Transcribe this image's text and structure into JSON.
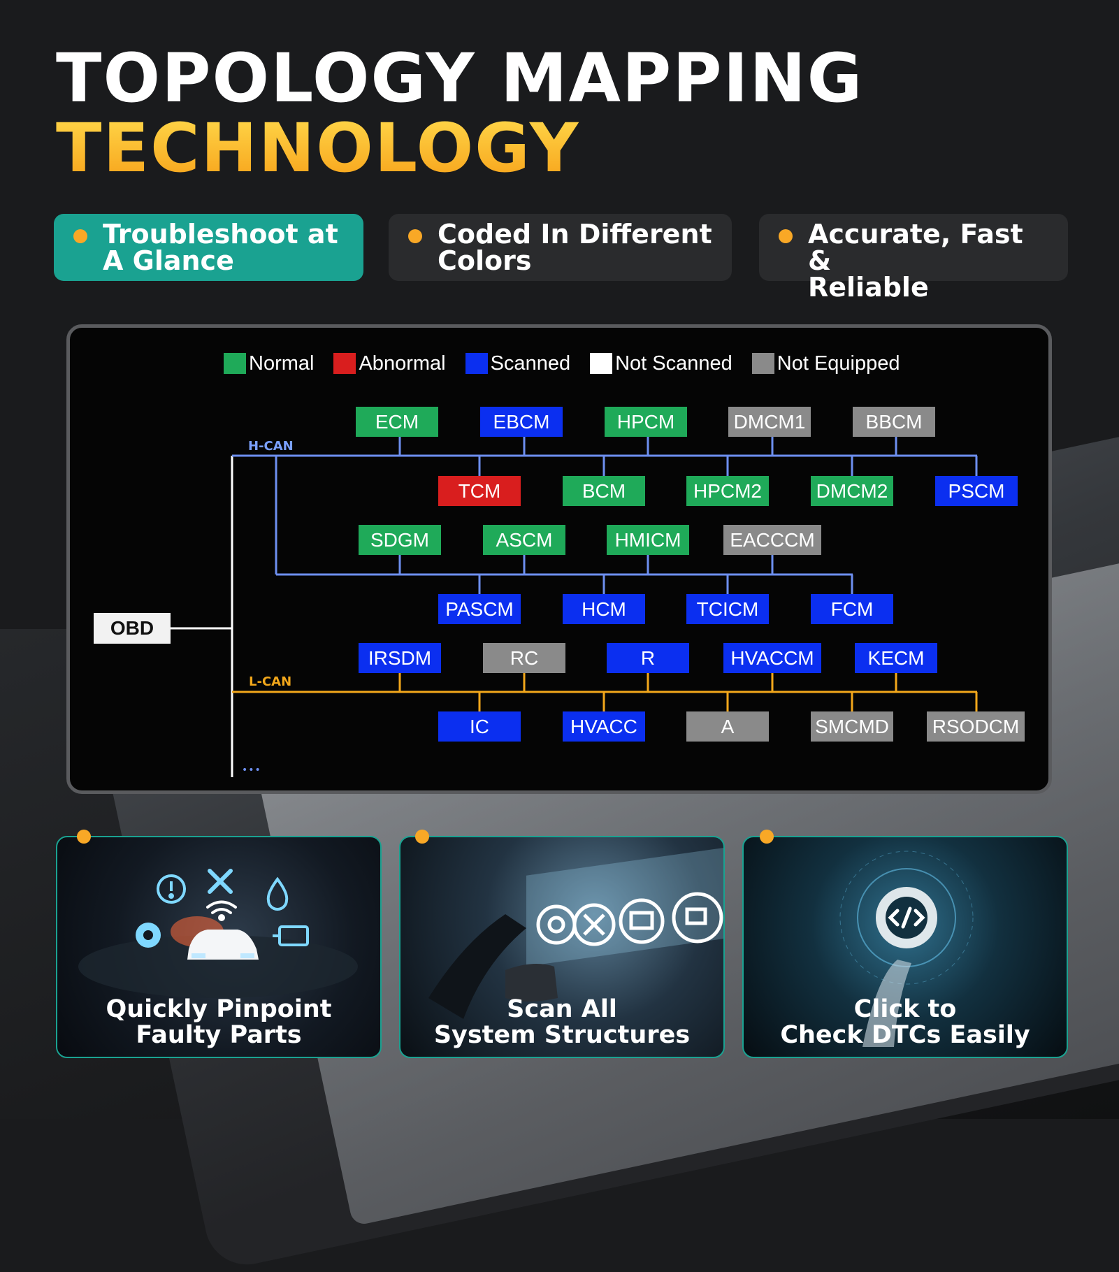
{
  "header": {
    "title_line1": "TOPOLOGY MAPPING",
    "title_line2": "TECHNOLOGY"
  },
  "features": [
    {
      "label": "Troubleshoot at A Glance",
      "line1": "Troubleshoot at",
      "line2": "A Glance",
      "active": true
    },
    {
      "label": "Coded In Different Colors",
      "line1": "Coded In Different",
      "line2": "Colors",
      "active": false
    },
    {
      "label": "Accurate, Fast & Reliable",
      "line1": "Accurate, Fast &",
      "line2": "Reliable",
      "active": false
    }
  ],
  "colors": {
    "accent": "#f9a826",
    "teal": "#1aa291",
    "normal": "#1faa59",
    "abnormal": "#d91e1e",
    "scanned": "#0b2ff0",
    "not_scanned": "#ffffff",
    "not_equipped": "#8a8a8a",
    "h_can_line": "#6d8ff0",
    "l_can_line": "#f2a71b"
  },
  "legend": [
    {
      "label": "Normal",
      "status": "normal"
    },
    {
      "label": "Abnormal",
      "status": "abnormal"
    },
    {
      "label": "Scanned",
      "status": "scanned"
    },
    {
      "label": "Not Scanned",
      "status": "not_scanned"
    },
    {
      "label": "Not Equipped",
      "status": "not_equipped"
    }
  ],
  "diagram": {
    "root": "OBD",
    "more_indicator": "•••",
    "buses": [
      {
        "name": "H-CAN"
      },
      {
        "name": "L-CAN"
      }
    ],
    "modules": [
      {
        "name": "ECM",
        "status": "normal",
        "bus": "H-CAN"
      },
      {
        "name": "EBCM",
        "status": "scanned",
        "bus": "H-CAN"
      },
      {
        "name": "HPCM",
        "status": "normal",
        "bus": "H-CAN"
      },
      {
        "name": "DMCM1",
        "status": "not_equipped",
        "bus": "H-CAN"
      },
      {
        "name": "BBCM",
        "status": "not_equipped",
        "bus": "H-CAN"
      },
      {
        "name": "TCM",
        "status": "abnormal",
        "bus": "H-CAN"
      },
      {
        "name": "BCM",
        "status": "normal",
        "bus": "H-CAN"
      },
      {
        "name": "HPCM2",
        "status": "normal",
        "bus": "H-CAN"
      },
      {
        "name": "DMCM2",
        "status": "normal",
        "bus": "H-CAN"
      },
      {
        "name": "PSCM",
        "status": "scanned",
        "bus": "H-CAN"
      },
      {
        "name": "SDGM",
        "status": "normal",
        "bus": "H-CAN"
      },
      {
        "name": "ASCM",
        "status": "normal",
        "bus": "H-CAN"
      },
      {
        "name": "HMICM",
        "status": "normal",
        "bus": "H-CAN"
      },
      {
        "name": "EACCCM",
        "status": "not_equipped",
        "bus": "H-CAN"
      },
      {
        "name": "PASCM",
        "status": "scanned",
        "bus": "H-CAN"
      },
      {
        "name": "HCM",
        "status": "scanned",
        "bus": "H-CAN"
      },
      {
        "name": "TCICM",
        "status": "scanned",
        "bus": "H-CAN"
      },
      {
        "name": "FCM",
        "status": "scanned",
        "bus": "H-CAN"
      },
      {
        "name": "IRSDM",
        "status": "scanned",
        "bus": "L-CAN"
      },
      {
        "name": "RC",
        "status": "not_equipped",
        "bus": "L-CAN"
      },
      {
        "name": "R",
        "status": "scanned",
        "bus": "L-CAN"
      },
      {
        "name": "HVACCM",
        "status": "scanned",
        "bus": "L-CAN"
      },
      {
        "name": "KECM",
        "status": "scanned",
        "bus": "L-CAN"
      },
      {
        "name": "IC",
        "status": "scanned",
        "bus": "L-CAN"
      },
      {
        "name": "HVACC",
        "status": "scanned",
        "bus": "L-CAN"
      },
      {
        "name": "A",
        "status": "not_equipped",
        "bus": "L-CAN"
      },
      {
        "name": "SMCMD",
        "status": "not_equipped",
        "bus": "L-CAN"
      },
      {
        "name": "RSODCM",
        "status": "not_equipped",
        "bus": "L-CAN"
      }
    ]
  },
  "cards": [
    {
      "caption_line1": "Quickly Pinpoint",
      "caption_line2": "Faulty Parts",
      "icons": [
        "wrench-screwdriver-icon",
        "alert-icon",
        "oil-drop-icon",
        "gear-icon",
        "wifi-icon",
        "car-icon",
        "engine-icon"
      ]
    },
    {
      "caption_line1": "Scan All",
      "caption_line2": "System Structures",
      "icons": [
        "engine-gear-icon",
        "tools-gear-icon",
        "battery-gear-icon",
        "oil-can-gear-icon"
      ]
    },
    {
      "caption_line1": "Click to",
      "caption_line2": "Check DTCs Easily",
      "icons": [
        "code-gear-icon"
      ]
    }
  ]
}
